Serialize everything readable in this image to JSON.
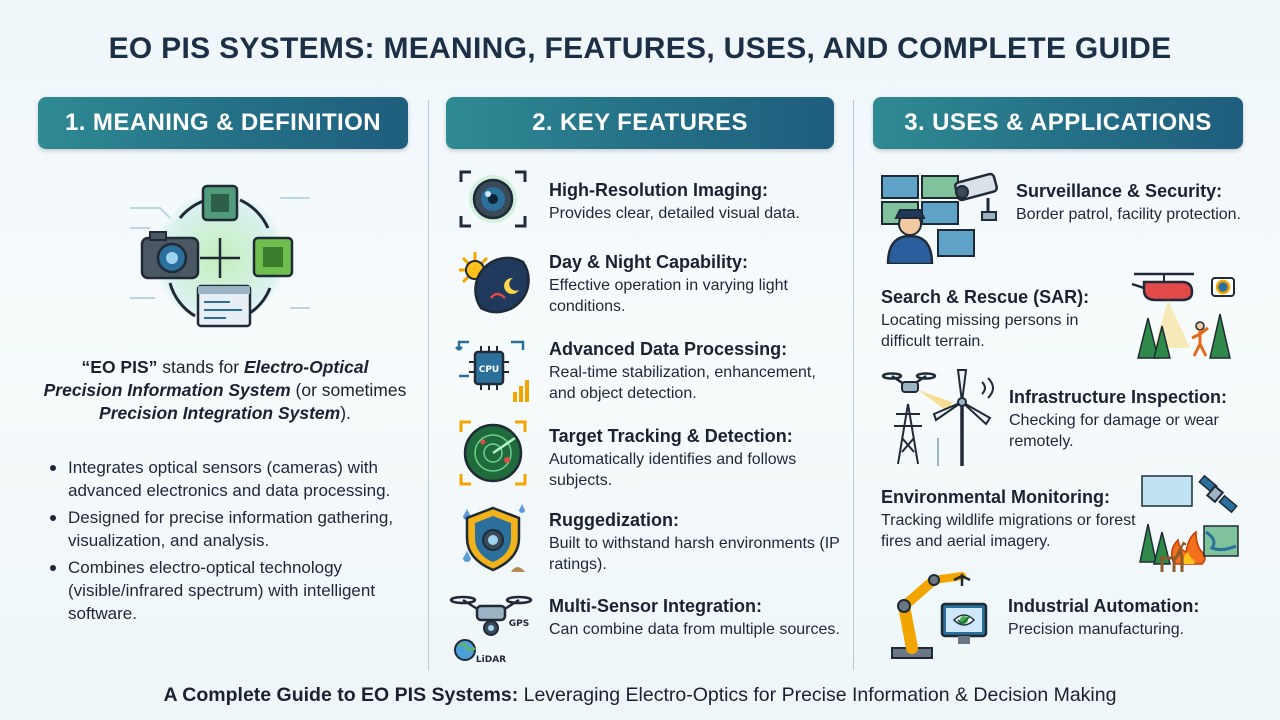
{
  "title": "EO PIS SYSTEMS: MEANING, FEATURES, USES, AND COMPLETE GUIDE",
  "columns": {
    "meaning": {
      "header": "1. MEANING & DEFINITION",
      "definition": {
        "term": "“EO PIS”",
        "stands_for": " stands for ",
        "expansion": "Electro-Optical Precision Information System",
        "or_text": " (or sometimes ",
        "alt_expansion": "Precision Integration System",
        "closing": ")."
      },
      "bullets": [
        "Integrates optical sensors (cameras) with advanced electronics and data processing.",
        "Designed for precise information gathering, visualization, and analysis.",
        "Combines electro-optical technology (visible/infrared spectrum) with intelligent software."
      ]
    },
    "features": {
      "header": "2. KEY FEATURES",
      "items": [
        {
          "title": "High-Resolution Imaging:",
          "desc": "Provides clear, detailed visual data.",
          "icon": "camera-lens-icon"
        },
        {
          "title": "Day & Night Capability:",
          "desc": "Effective operation in varying light conditions.",
          "icon": "day-night-icon"
        },
        {
          "title": "Advanced Data Processing:",
          "desc": "Real-time stabilization, enhancement, and object detection.",
          "icon": "cpu-icon",
          "icon_text": "CPU"
        },
        {
          "title": "Target Tracking & Detection:",
          "desc": "Automatically identifies and follows subjects.",
          "icon": "radar-icon"
        },
        {
          "title": "Ruggedization:",
          "desc": "Built to withstand harsh environments (IP ratings).",
          "icon": "shield-icon"
        },
        {
          "title": "Multi-Sensor Integration:",
          "desc": "Can combine data from multiple sources.",
          "icon": "drone-sensors-icon",
          "icon_labels": [
            "GPS",
            "LiDAR"
          ]
        }
      ]
    },
    "uses": {
      "header": "3. USES & APPLICATIONS",
      "items": [
        {
          "title": "Surveillance & Security:",
          "desc": "Border patrol, facility protection.",
          "icon": "security-guard-icon"
        },
        {
          "title": "Search & Rescue (SAR):",
          "desc": "Locating missing persons in difficult terrain.",
          "icon": "helicopter-rescue-icon"
        },
        {
          "title": "Infrastructure Inspection:",
          "desc": "Checking for damage or wear remotely.",
          "icon": "drone-wind-turbine-icon"
        },
        {
          "title": "Environmental Monitoring:",
          "desc": "Tracking wildlife migrations or forest fires and aerial imagery.",
          "icon": "satellite-forest-icon"
        },
        {
          "title": "Industrial Automation:",
          "desc": "Precision manufacturing.",
          "icon": "robot-arm-icon"
        }
      ]
    }
  },
  "footer": {
    "bold": "A Complete Guide to EO PIS Systems:",
    "rest": " Leveraging Electro-Optics for Precise Information & Decision Making"
  },
  "colors": {
    "header_start": "#2f8a93",
    "header_end": "#1f5e7e",
    "title": "#1c2f45",
    "accent_green": "#4caf50",
    "accent_blue": "#2b6f9c"
  }
}
